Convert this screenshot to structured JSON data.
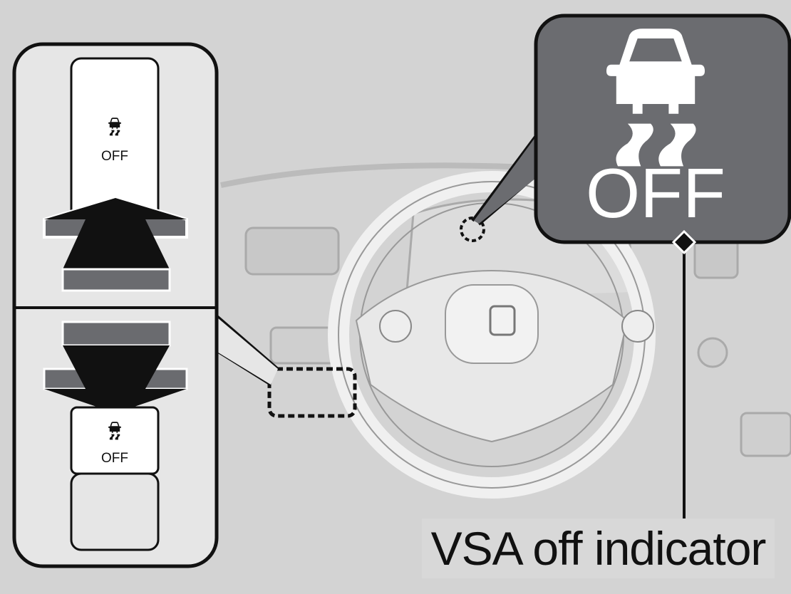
{
  "callout": {
    "indicator_text": "OFF",
    "label": "VSA off indicator",
    "icon": "vsa-off-car-skid-icon",
    "fill_color": "#6b6c70"
  },
  "switch_panel": {
    "top_button_text": "OFF",
    "bottom_button_text": "OFF",
    "icon": "vsa-off-car-skid-icon",
    "arrow_up": "arrow-up-icon",
    "arrow_down": "arrow-down-icon"
  },
  "colors": {
    "background": "#d3d3d3",
    "panel": "#e6e6e6",
    "arrow_dark": "#111111",
    "arrow_gray": "#6a6b6f"
  }
}
